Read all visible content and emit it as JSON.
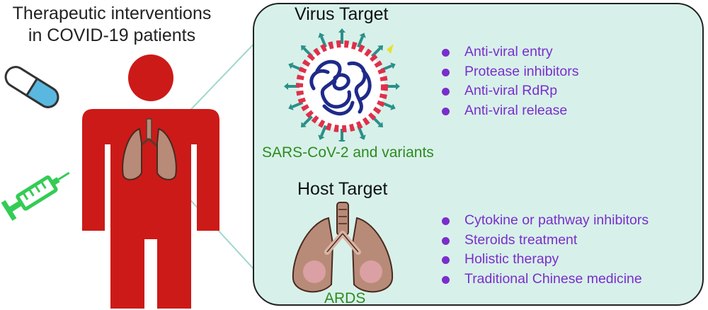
{
  "title": "Therapeutic interventions in COVID-19 patients",
  "virus": {
    "heading": "Virus Target",
    "caption": "SARS-CoV-2 and variants",
    "items": [
      "Anti-viral entry",
      "Protease inhibitors",
      "Anti-viral RdRp",
      "Anti-viral release"
    ]
  },
  "host": {
    "heading": "Host Target",
    "caption": "ARDS",
    "items": [
      "Cytokine or pathway inhibitors",
      "Steroids treatment",
      "Holistic therapy",
      "Traditional Chinese medicine"
    ]
  },
  "colors": {
    "body": "#cc1a18",
    "panel": "#d7f1ea",
    "bullet_text": "#7a2ecc",
    "caption_text": "#2e8b1f",
    "lung": "#b88b78",
    "syringe": "#33cc55",
    "pill_blue": "#5ab8e0",
    "virus_ring": "#e0304a",
    "spike": "#2a9088",
    "rna": "#1e2a8a"
  },
  "icons": [
    "pill-icon",
    "syringe-icon",
    "human-body-icon",
    "lungs-icon",
    "virus-icon"
  ]
}
